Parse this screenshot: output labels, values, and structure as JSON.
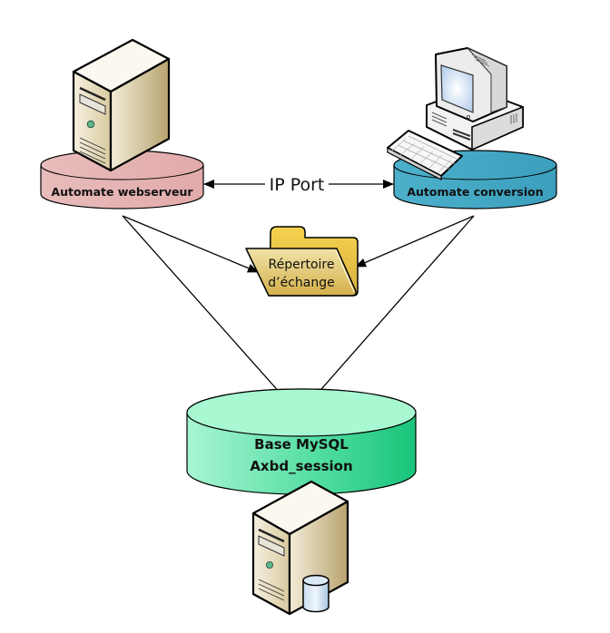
{
  "diagram": {
    "nodes": {
      "webserver": {
        "label": "Automate webserveur",
        "color": "#e6b4b4",
        "icon": "server-tower-icon"
      },
      "conversion": {
        "label": "Automate conversion",
        "color": "#44a8c4",
        "icon": "desktop-computer-icon"
      },
      "exchange": {
        "line1": "Répertoire",
        "line2": "d’échange",
        "color": "#e2c25a",
        "icon": "folder-icon"
      },
      "database": {
        "line1": "Base MySQL",
        "line2": "Axbd_session",
        "color": "#33d69a",
        "icon": "database-server-icon"
      }
    },
    "connections": {
      "ip_port": {
        "label": "IP Port",
        "from": "webserver",
        "to": "conversion",
        "bidirectional": true
      },
      "edges": [
        {
          "from": "webserver",
          "to": "exchange"
        },
        {
          "from": "webserver",
          "to": "database"
        },
        {
          "from": "conversion",
          "to": "exchange"
        },
        {
          "from": "conversion",
          "to": "database"
        }
      ]
    }
  }
}
